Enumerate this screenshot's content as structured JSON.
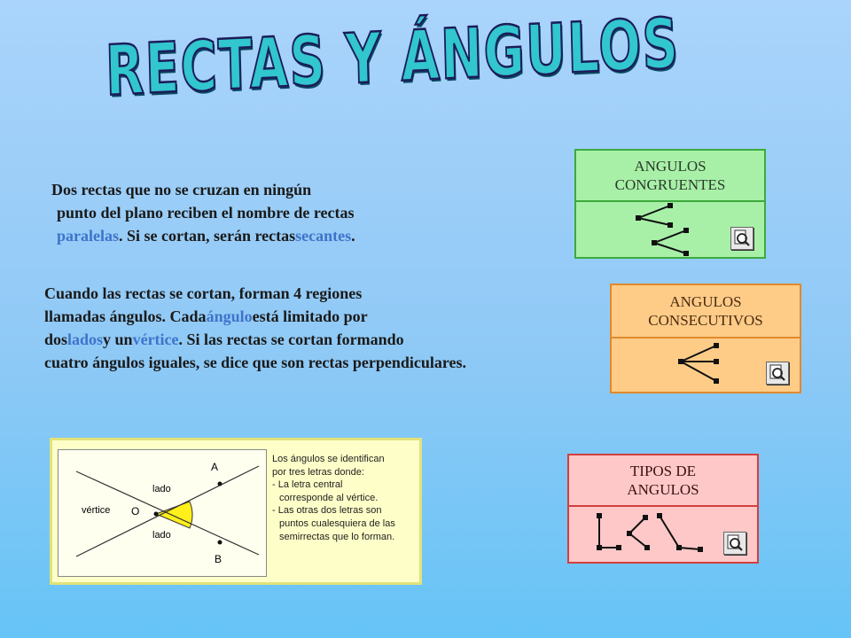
{
  "title": "RECTAS Y ÁNGULOS",
  "paragraph1": {
    "line1": "Dos rectas que no se cruzan en ningún",
    "line2": "punto del plano reciben el nombre de rectas",
    "line3_a": "paralelas",
    "line3_b": ". Si se cortan, serán rectas ",
    "line3_c": "secantes",
    "line3_d": "."
  },
  "paragraph2": {
    "line1": "Cuando las rectas se cortan, forman 4 regiones",
    "line2_a": "llamadas ángulos. Cada ",
    "line2_b": "ángulo",
    "line2_c": " está limitado por",
    "line3_a": "dos ",
    "line3_b": "lados",
    "line3_c": " y un ",
    "line3_d": "vértice",
    "line3_e": ". Si las rectas se cortan formando",
    "line4": "cuatro ángulos iguales, se dice que son rectas perpendiculares."
  },
  "cards": {
    "congruentes": {
      "line1": "ANGULOS",
      "line2": "CONGRUENTES",
      "bg": "#a8f0a8",
      "border": "#3caa3c"
    },
    "consecutivos": {
      "line1": "ANGULOS",
      "line2": "CONSECUTIVOS",
      "bg": "#ffcc88",
      "border": "#e08a2a"
    },
    "tipos": {
      "line1": "TIPOS DE",
      "line2": "ANGULOS",
      "bg": "#ffc8c8",
      "border": "#d04040"
    }
  },
  "diagram": {
    "label_a": "A",
    "label_b": "B",
    "label_o": "O",
    "label_vertice": "vértice",
    "label_lado_top": "lado",
    "label_lado_bottom": "lado",
    "text_lines": [
      "Los ángulos se identifican",
      "por tres letras donde:",
      "- La letra central",
      "  corresponde al vértice.",
      "- Las otras dos letras son",
      "  puntos cualesquiera de las",
      "  semirrectas que lo forman."
    ]
  },
  "icons": {
    "zoom": "magnifier-icon"
  }
}
